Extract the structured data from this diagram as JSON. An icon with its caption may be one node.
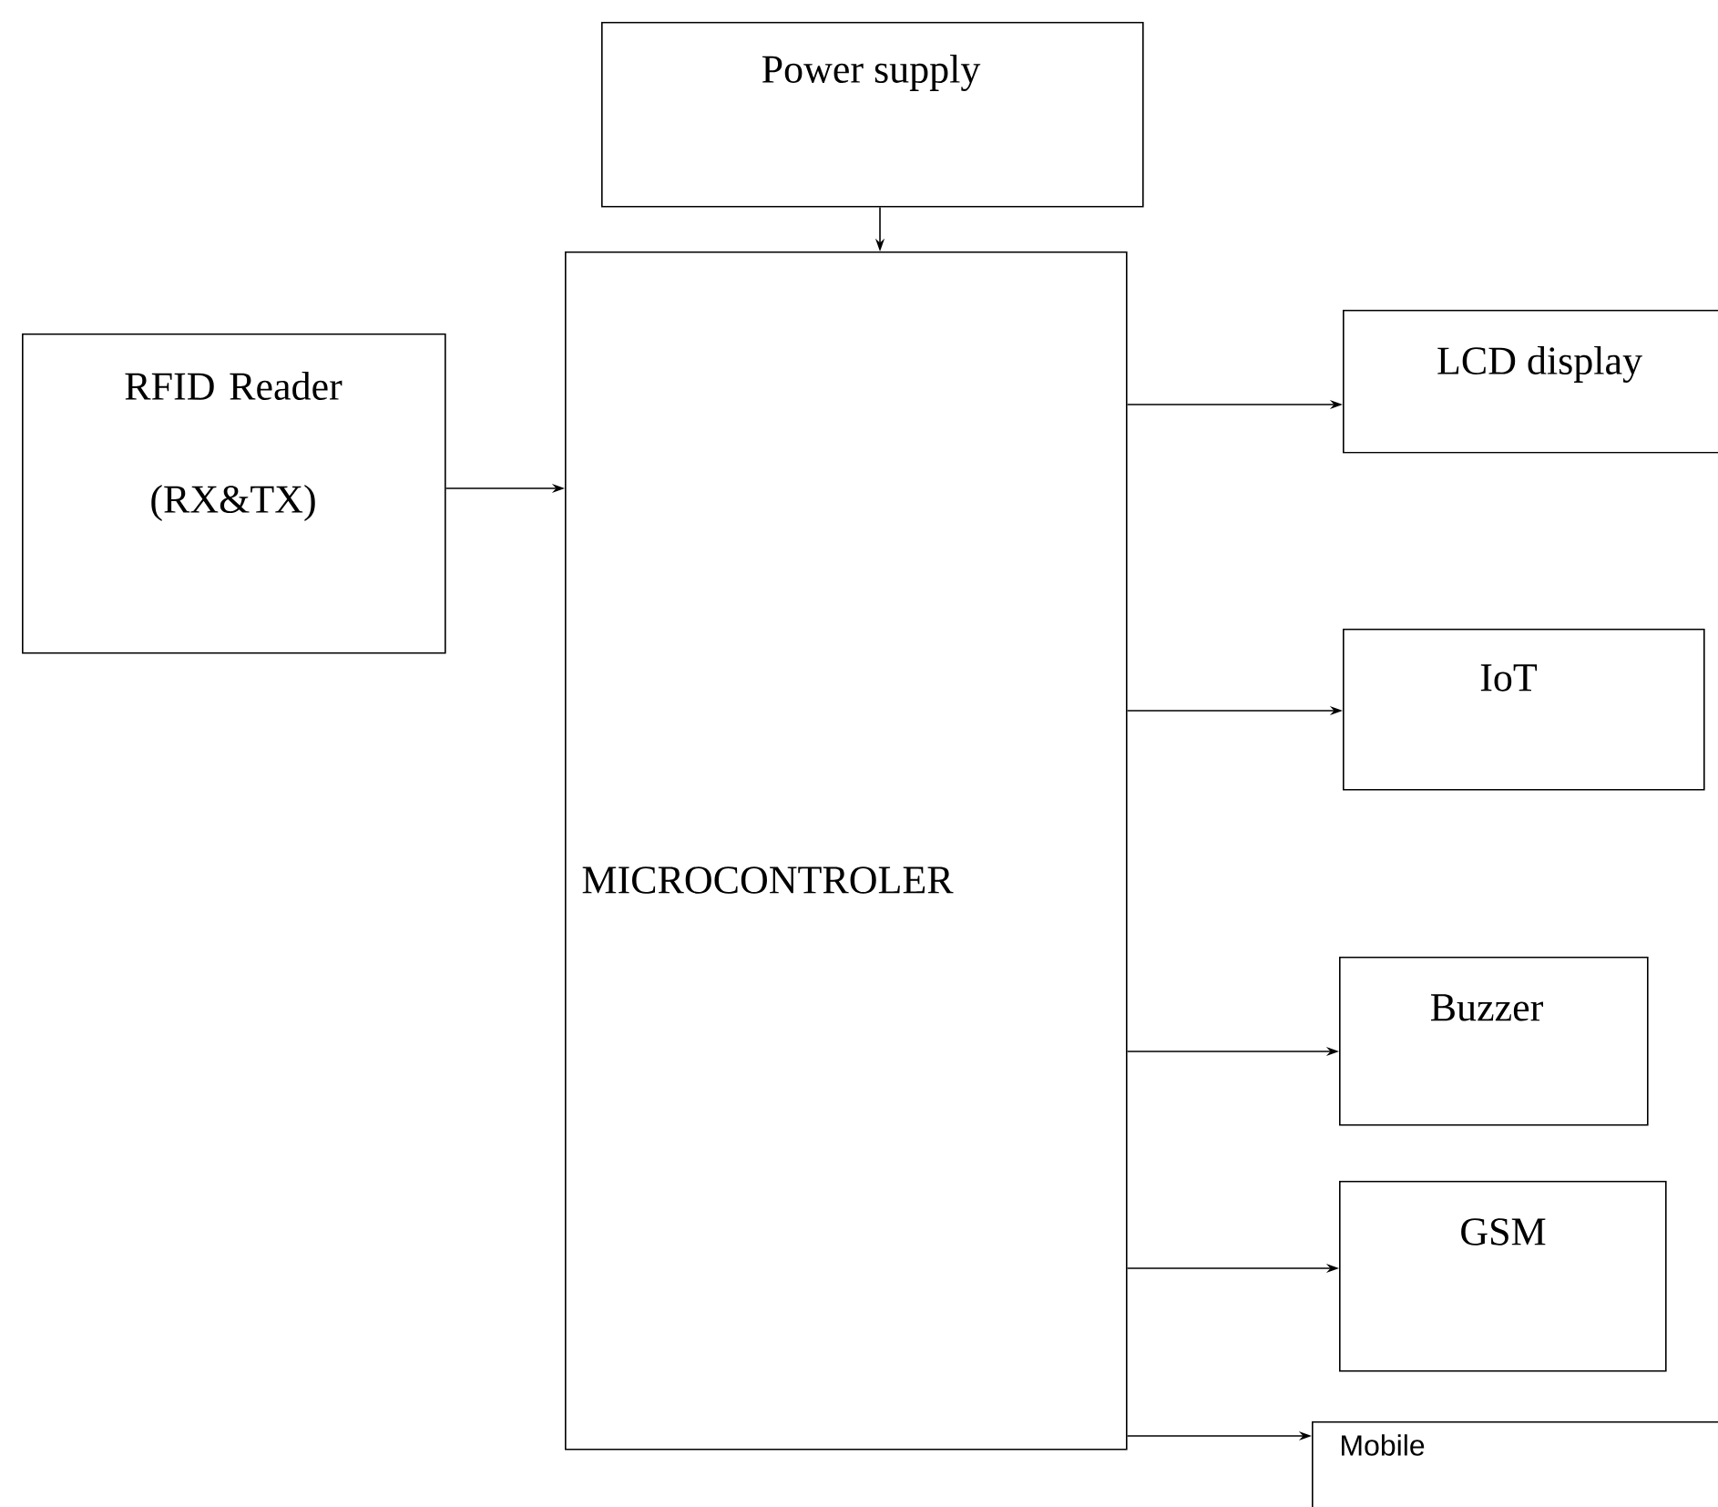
{
  "diagram": {
    "nodes": [
      {
        "text": [
          "Power supply"
        ]
      },
      {
        "text": [
          "MICROCONTROLER"
        ]
      },
      {
        "text": [
          "RFID Reader (RX&TX)"
        ]
      },
      {
        "text": [
          "LCD display"
        ]
      },
      {
        "text": [
          "IoT"
        ]
      },
      {
        "text": [
          "Buzzer"
        ]
      },
      {
        "text": [
          "GSM"
        ]
      },
      {
        "text": [
          "Mobile"
        ]
      }
    ],
    "edges": [
      {
        "from": 0,
        "to": 1,
        "arrow": "to"
      },
      {
        "from": 2,
        "to": 1,
        "arrow": "to"
      },
      {
        "from": 1,
        "to": 3,
        "arrow": "to"
      },
      {
        "from": 1,
        "to": 4,
        "arrow": "to"
      },
      {
        "from": 1,
        "to": 5,
        "arrow": "to"
      },
      {
        "from": 1,
        "to": 6,
        "arrow": "to"
      },
      {
        "from": 1,
        "to": 7,
        "arrow": "to"
      }
    ]
  }
}
